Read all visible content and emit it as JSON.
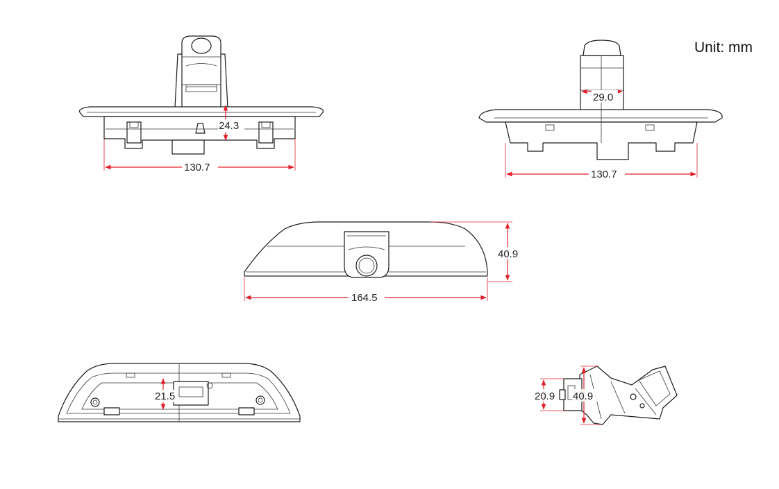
{
  "unit_label": "Unit: mm",
  "dimensions": {
    "front_width": "130.7",
    "front_height": "24.3",
    "rear_width": "130.7",
    "rear_neck_width": "29.0",
    "top_width": "164.5",
    "top_height": "40.9",
    "bottom_depth": "21.5",
    "side_height_a": "20.9",
    "side_height_b": "40.9"
  }
}
